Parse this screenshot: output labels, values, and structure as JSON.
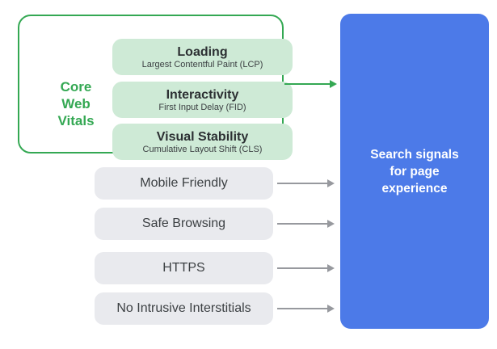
{
  "diagram": {
    "core_web_vitals": {
      "label": "Core Web Vitals",
      "items": [
        {
          "title": "Loading",
          "subtitle": "Largest Contentful Paint (LCP)"
        },
        {
          "title": "Interactivity",
          "subtitle": "First Input Delay (FID)"
        },
        {
          "title": "Visual Stability",
          "subtitle": "Cumulative Layout Shift (CLS)"
        }
      ]
    },
    "other_signals": [
      {
        "label": "Mobile Friendly"
      },
      {
        "label": "Safe Browsing"
      },
      {
        "label": "HTTPS"
      },
      {
        "label": "No Intrusive Interstitials"
      }
    ],
    "result": {
      "label": "Search signals for page experience"
    },
    "colors": {
      "green": "#34A853",
      "light_green": "#CEEAD6",
      "grey_pill": "#E9EAEE",
      "arrow_grey": "#97999E",
      "blue": "#4C7AE8",
      "text_dark": "#3C4043",
      "result_text": "#FFFFFF"
    }
  }
}
